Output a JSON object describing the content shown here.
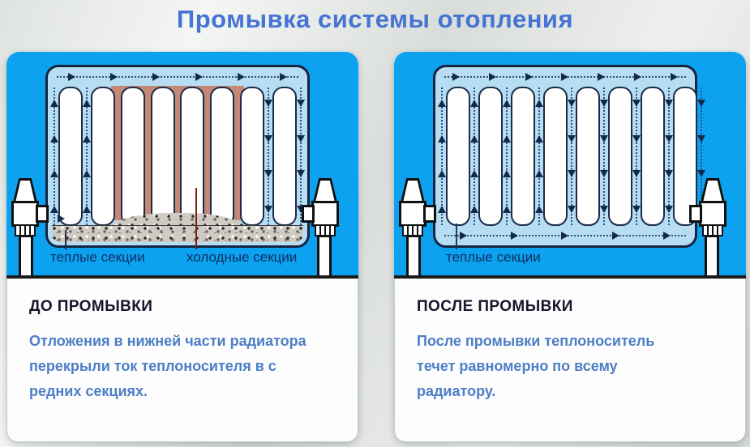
{
  "title": "Промывка системы отопления",
  "colors": {
    "title_blue": "#4574d4",
    "panel_blue": "#0da2f0",
    "radiator_fill": "#b6ddf2",
    "blockage_brown": "#c48877",
    "body_text_blue": "#4d7ec7",
    "heading_dark": "#15152b",
    "label_navy": "#0e2f60",
    "pointer_red": "#7c2013"
  },
  "before": {
    "heading": "ДО ПРОМЫВКИ",
    "body": "Отложения в нижней части радиатора\nперекрыли ток теплоносителя в с\nредних секциях.",
    "labels": {
      "warm": "теплые секции",
      "cold": "холодные секции"
    },
    "sections": 8,
    "top_flow": "right",
    "bottom_flow": "none",
    "flow_channels": [
      "up",
      "up",
      "none",
      "none",
      "none",
      "none",
      "none",
      "down",
      "down"
    ]
  },
  "after": {
    "heading": "ПОСЛЕ ПРОМЫВКИ",
    "body": "После промывки теплоноситель\nтечет равномерно по всему\nрадиатору.",
    "labels": {
      "warm": "теплые секции"
    },
    "sections": 8,
    "top_flow": "right",
    "bottom_flow": "right",
    "flow_channels": [
      "up",
      "up",
      "up",
      "up",
      "down",
      "down",
      "down",
      "down",
      "down"
    ]
  }
}
